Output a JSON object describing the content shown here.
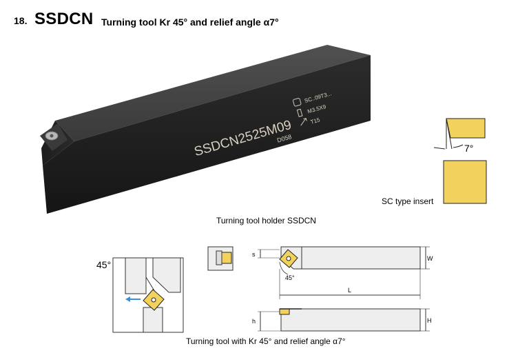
{
  "header": {
    "number": "18.",
    "code": "SSDCN",
    "description": "Turning tool Kr 45° and relief angle α7°"
  },
  "product": {
    "engraving_main": "SSDCN2525M09",
    "engraving_sub": "D058",
    "spec_insert": "SC..09T3...",
    "spec_screw": "M3.5X9",
    "spec_key": "T15"
  },
  "insert": {
    "relief_angle": "7°",
    "caption": "SC type insert"
  },
  "captions": {
    "holder": "Turning tool holder SSDCN",
    "diagram": "Turning tool with Kr 45° and relief angle α7°"
  },
  "diagram": {
    "angle_label": "45°",
    "top_angle": "45°",
    "dim_s": "s",
    "dim_w": "W",
    "dim_l": "L",
    "dim_h": "h",
    "dim_H": "H"
  },
  "colors": {
    "insert_gold": "#f2d15c",
    "holder_dark": "#2a2a2a",
    "arrow_blue": "#3a8fd8"
  }
}
